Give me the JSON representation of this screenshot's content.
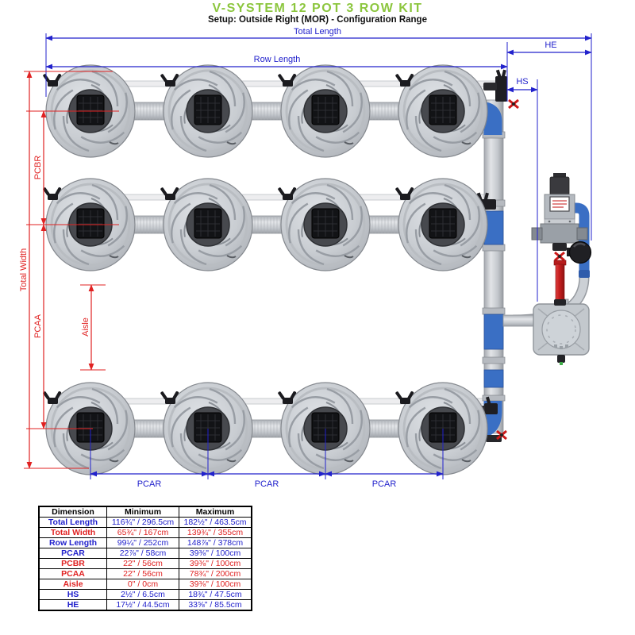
{
  "header": {
    "title": "V-SYSTEM 12 POT 3 ROW KIT",
    "subtitle": "Setup: Outside Right (MOR) - Configuration Range"
  },
  "diagram": {
    "description": "Top view of hydroponic kit: 3 rows of 4 pots connected by pipes to a right-hand manifold with doser, pump and reservoir lid",
    "pot_count": 12,
    "rows": 3,
    "pots_per_row": 4,
    "labels": {
      "total_length": "Total Length",
      "row_length": "Row Length",
      "he": "HE",
      "hs": "HS",
      "total_width": "Total Width",
      "pcbr": "PCBR",
      "pcaa": "PCAA",
      "aisle": "Aisle",
      "pcar": "PCAR"
    },
    "colors": {
      "horizontal_dimension": "#2222cc",
      "vertical_dimension": "#e02222",
      "title_green": "#8cc63e",
      "pipe_blue_fitting": "#3a6fc4",
      "red_pipe": "#cc2020"
    }
  },
  "table": {
    "columns": [
      "Dimension",
      "Minimum",
      "Maximum"
    ],
    "rows": [
      {
        "dimension": "Total Length",
        "min": "116¾\" / 296.5cm",
        "max": "182½\" / 463.5cm"
      },
      {
        "dimension": "Total Width",
        "min": "65¾\" / 167cm",
        "max": "139¾\" / 355cm"
      },
      {
        "dimension": "Row Length",
        "min": "99¼\" / 252cm",
        "max": "148⅞\" / 378cm"
      },
      {
        "dimension": "PCAR",
        "min": "22⅞\" / 58cm",
        "max": "39⅜\" / 100cm"
      },
      {
        "dimension": "PCBR",
        "min": "22\" / 56cm",
        "max": "39⅜\" / 100cm"
      },
      {
        "dimension": "PCAA",
        "min": "22\" / 56cm",
        "max": "78¾\" / 200cm"
      },
      {
        "dimension": "Aisle",
        "min": "0\" / 0cm",
        "max": "39⅜\" / 100cm"
      },
      {
        "dimension": "HS",
        "min": "2½\" / 6.5cm",
        "max": "18¾\" / 47.5cm"
      },
      {
        "dimension": "HE",
        "min": "17½\" / 44.5cm",
        "max": "33⅝\" / 85.5cm"
      }
    ]
  }
}
